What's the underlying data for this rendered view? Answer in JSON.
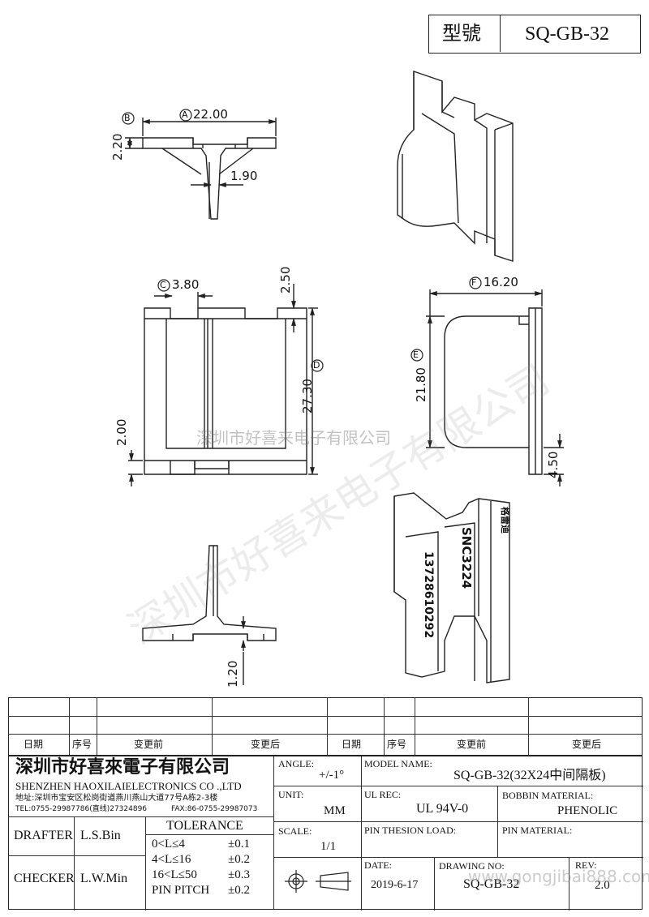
{
  "header": {
    "model_label": "型號",
    "model_value": "SQ-GB-32"
  },
  "dimensions": {
    "a_label": "A",
    "a_value": "22.00",
    "b_label": "B",
    "b_value": "2.20",
    "stem_width": "1.90",
    "c_label": "C",
    "c_value": "3.80",
    "top_gap": "2.50",
    "d_label": "D",
    "d_value": "27.30",
    "bottom_offset": "2.00",
    "f_label": "F",
    "f_value": "16.20",
    "e_label": "E",
    "e_value": "21.80",
    "side_bottom": "4.50",
    "base_thickness": "1.20"
  },
  "engraving": {
    "model_code": "SNC3224",
    "phone": "13728610292",
    "brand": "格雷迪"
  },
  "watermark": {
    "text": "深圳市好喜来电子有限公司"
  },
  "revision_table": {
    "headers": [
      "日期",
      "序号",
      "变更前",
      "变更后",
      "日期",
      "序号",
      "变更前",
      "变更后"
    ]
  },
  "company": {
    "name_cn": "深圳市好喜來電子有限公司",
    "name_en": "SHENZHEN HAOXILAIELECTRONICS CO .,LTD",
    "address": "地址:深圳市宝安区松岗街道燕川燕山大道77号A栋2-3楼",
    "tel": "TEL:0755-29987786(直线)27324896",
    "fax": "FAX:86-0755-29987073"
  },
  "title_block": {
    "angle_label": "ANGLE:",
    "angle_value": "+/-1°",
    "model_name_label": "MODEL NAME:",
    "model_name_value": "SQ-GB-32(32X24中间隔板)",
    "unit_label": "UNIT:",
    "unit_value": "MM",
    "ul_rec_label": "UL REC:",
    "ul_rec_value": "UL 94V-0",
    "bobbin_material_label": "BOBBIN MATERIAL:",
    "bobbin_material_value": "PHENOLIC",
    "drafter_label": "DRAFTER",
    "drafter_value": "L.S.Bin",
    "checker_label": "CHECKER",
    "checker_value": "L.W.Min",
    "tolerance_label": "TOLERANCE",
    "tolerance_rows": [
      {
        "range": "0<L≤4",
        "tol": "±0.1"
      },
      {
        "range": "4<L≤16",
        "tol": "±0.2"
      },
      {
        "range": "16<L≤50",
        "tol": "±0.3"
      },
      {
        "range": "PIN PITCH",
        "tol": "±0.2"
      }
    ],
    "scale_label": "SCALE:",
    "scale_value": "1/1",
    "pin_tension_label": "PIN THESION LOAD:",
    "pin_material_label": "PIN MATERIAL:",
    "date_label": "DATE:",
    "date_value": "2019-6-17",
    "drawing_no_label": "DRAWING NO:",
    "drawing_no_value": "SQ-GB-32",
    "rev_label": "REV:",
    "rev_value": "2.0",
    "site_watermark": "www.gongjibai888.com"
  }
}
